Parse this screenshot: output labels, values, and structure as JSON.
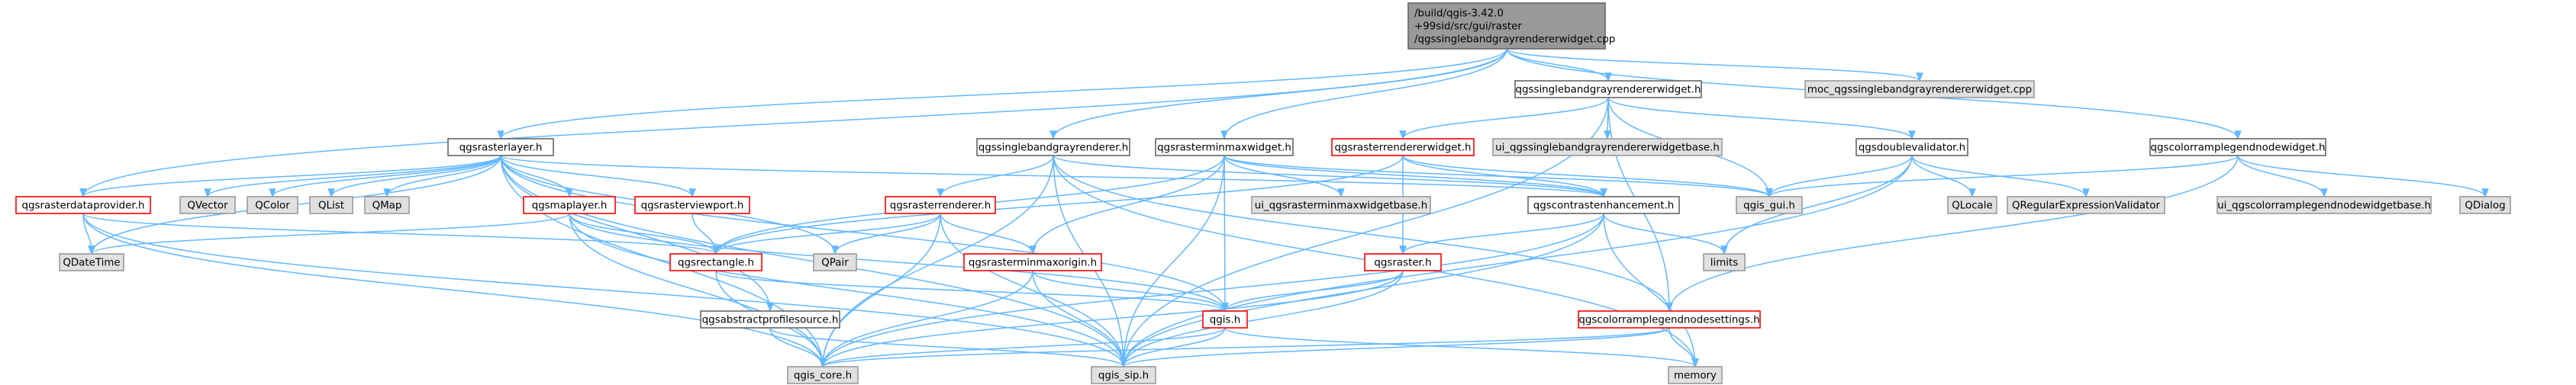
{
  "colors": {
    "edge": "#63b8ff",
    "root_fill": "#999999",
    "plain_fill": "#ffffff",
    "plain_stroke": "#666666",
    "red_stroke": "#ff0000",
    "external_fill": "#e0e0e0",
    "external_stroke": "#999999"
  },
  "nodes": [
    {
      "id": "root",
      "kind": "root",
      "lines": [
        "/build/qgis-3.42.0",
        "+99sid/src/gui/raster",
        "/qgssinglebandgrayrendererwidget.cpp"
      ]
    },
    {
      "id": "qgsrasterlayer_h",
      "kind": "plain",
      "lines": [
        "qgsrasterlayer.h"
      ]
    },
    {
      "id": "qgssinglebandgrayrenderer_h",
      "kind": "plain",
      "lines": [
        "qgssinglebandgrayrenderer.h"
      ]
    },
    {
      "id": "qgsrasterminmaxwidget_h",
      "kind": "plain",
      "lines": [
        "qgsrasterminmaxwidget.h"
      ]
    },
    {
      "id": "qgssinglebandgrayrendererwidget_h",
      "kind": "plain",
      "lines": [
        "qgssinglebandgrayrendererwidget.h"
      ]
    },
    {
      "id": "moc_cpp",
      "kind": "external",
      "lines": [
        "moc_qgssinglebandgrayrendererwidget.cpp"
      ]
    },
    {
      "id": "qgscolorramplegendnodewidget_h",
      "kind": "plain",
      "lines": [
        "qgscolorramplegendnodewidget.h"
      ]
    },
    {
      "id": "qgsrasterrendererwidget_h",
      "kind": "red",
      "lines": [
        "qgsrasterrendererwidget.h"
      ]
    },
    {
      "id": "ui_qgssinglebandgrayrendererwidgetbase_h",
      "kind": "external",
      "lines": [
        "ui_qgssinglebandgrayrendererwidgetbase.h"
      ]
    },
    {
      "id": "qgsdoublevalidator_h",
      "kind": "plain",
      "lines": [
        "qgsdoublevalidator.h"
      ]
    },
    {
      "id": "qgsrasterdataprovider_h",
      "kind": "red",
      "lines": [
        "qgsrasterdataprovider.h"
      ]
    },
    {
      "id": "QVector",
      "kind": "external",
      "lines": [
        "QVector"
      ]
    },
    {
      "id": "QColor",
      "kind": "external",
      "lines": [
        "QColor"
      ]
    },
    {
      "id": "QList",
      "kind": "external",
      "lines": [
        "QList"
      ]
    },
    {
      "id": "QMap",
      "kind": "external",
      "lines": [
        "QMap"
      ]
    },
    {
      "id": "qgsmaplayer_h",
      "kind": "red",
      "lines": [
        "qgsmaplayer.h"
      ]
    },
    {
      "id": "qgsrasterviewport_h",
      "kind": "red",
      "lines": [
        "qgsrasterviewport.h"
      ]
    },
    {
      "id": "qgsrasterrenderer_h",
      "kind": "red",
      "lines": [
        "qgsrasterrenderer.h"
      ]
    },
    {
      "id": "ui_qgsrasterminmaxwidgetbase_h",
      "kind": "external",
      "lines": [
        "ui_qgsrasterminmaxwidgetbase.h"
      ]
    },
    {
      "id": "qgscontrastenhancement_h",
      "kind": "plain",
      "lines": [
        "qgscontrastenhancement.h"
      ]
    },
    {
      "id": "qgis_gui_h",
      "kind": "external",
      "lines": [
        "qgis_gui.h"
      ]
    },
    {
      "id": "QLocale",
      "kind": "external",
      "lines": [
        "QLocale"
      ]
    },
    {
      "id": "QRegularExpressionValidator",
      "kind": "external",
      "lines": [
        "QRegularExpressionValidator"
      ]
    },
    {
      "id": "ui_qgscolorramplegendnodewidgetbase_h",
      "kind": "external",
      "lines": [
        "ui_qgscolorramplegendnodewidgetbase.h"
      ]
    },
    {
      "id": "QDialog",
      "kind": "external",
      "lines": [
        "QDialog"
      ]
    },
    {
      "id": "QDateTime",
      "kind": "external",
      "lines": [
        "QDateTime"
      ]
    },
    {
      "id": "qgsrectangle_h",
      "kind": "red",
      "lines": [
        "qgsrectangle.h"
      ]
    },
    {
      "id": "QPair",
      "kind": "external",
      "lines": [
        "QPair"
      ]
    },
    {
      "id": "qgsrasterminmaxorigin_h",
      "kind": "red",
      "lines": [
        "qgsrasterminmaxorigin.h"
      ]
    },
    {
      "id": "qgsraster_h",
      "kind": "red",
      "lines": [
        "qgsraster.h"
      ]
    },
    {
      "id": "limits",
      "kind": "external",
      "lines": [
        "limits"
      ]
    },
    {
      "id": "qgsabstractprofilesource_h",
      "kind": "plain",
      "lines": [
        "qgsabstractprofilesource.h"
      ]
    },
    {
      "id": "qgis_h",
      "kind": "red",
      "lines": [
        "qgis.h"
      ]
    },
    {
      "id": "qgscolorramplegendnodesettings_h",
      "kind": "red",
      "lines": [
        "qgscolorramplegendnodesettings.h"
      ]
    },
    {
      "id": "qgis_core_h",
      "kind": "external",
      "lines": [
        "qgis_core.h"
      ]
    },
    {
      "id": "qgis_sip_h",
      "kind": "external",
      "lines": [
        "qgis_sip.h"
      ]
    },
    {
      "id": "memory",
      "kind": "external",
      "lines": [
        "memory"
      ]
    }
  ],
  "edges": [
    [
      "root",
      "qgsrasterlayer_h"
    ],
    [
      "root",
      "qgssinglebandgrayrenderer_h"
    ],
    [
      "root",
      "qgsrasterminmaxwidget_h"
    ],
    [
      "root",
      "qgssinglebandgrayrendererwidget_h"
    ],
    [
      "root",
      "moc_cpp"
    ],
    [
      "root",
      "qgscolorramplegendnodewidget_h"
    ],
    [
      "root",
      "qgsrasterdataprovider_h"
    ],
    [
      "qgssinglebandgrayrendererwidget_h",
      "qgsrasterrendererwidget_h"
    ],
    [
      "qgssinglebandgrayrendererwidget_h",
      "ui_qgssinglebandgrayrendererwidgetbase_h"
    ],
    [
      "qgssinglebandgrayrendererwidget_h",
      "qgsdoublevalidator_h"
    ],
    [
      "qgssinglebandgrayrendererwidget_h",
      "qgis_gui_h"
    ],
    [
      "qgssinglebandgrayrendererwidget_h",
      "qgscolorramplegendnodesettings_h"
    ],
    [
      "qgssinglebandgrayrendererwidget_h",
      "qgis_sip_h"
    ],
    [
      "qgsrasterlayer_h",
      "qgsrasterdataprovider_h"
    ],
    [
      "qgsrasterlayer_h",
      "QVector"
    ],
    [
      "qgsrasterlayer_h",
      "QColor"
    ],
    [
      "qgsrasterlayer_h",
      "QList"
    ],
    [
      "qgsrasterlayer_h",
      "QMap"
    ],
    [
      "qgsrasterlayer_h",
      "qgsmaplayer_h"
    ],
    [
      "qgsrasterlayer_h",
      "qgsrasterviewport_h"
    ],
    [
      "qgsrasterlayer_h",
      "QPair"
    ],
    [
      "qgsrasterlayer_h",
      "qgis_h"
    ],
    [
      "qgsrasterlayer_h",
      "qgsabstractprofilesource_h"
    ],
    [
      "qgsrasterlayer_h",
      "QDateTime"
    ],
    [
      "qgsrasterlayer_h",
      "qgis_core_h"
    ],
    [
      "qgsrasterlayer_h",
      "qgis_sip_h"
    ],
    [
      "qgsrasterlayer_h",
      "qgscontrastenhancement_h"
    ],
    [
      "qgssinglebandgrayrenderer_h",
      "qgsrasterrenderer_h"
    ],
    [
      "qgssinglebandgrayrenderer_h",
      "qgscontrastenhancement_h"
    ],
    [
      "qgssinglebandgrayrenderer_h",
      "qgscolorramplegendnodesettings_h"
    ],
    [
      "qgssinglebandgrayrenderer_h",
      "qgis_core_h"
    ],
    [
      "qgssinglebandgrayrenderer_h",
      "qgis_sip_h"
    ],
    [
      "qgssinglebandgrayrenderer_h",
      "memory"
    ],
    [
      "qgsrasterminmaxwidget_h",
      "ui_qgsrasterminmaxwidgetbase_h"
    ],
    [
      "qgsrasterminmaxwidget_h",
      "qgsrectangle_h"
    ],
    [
      "qgsrasterminmaxwidget_h",
      "qgscontrastenhancement_h"
    ],
    [
      "qgsrasterminmaxwidget_h",
      "qgsrasterminmaxorigin_h"
    ],
    [
      "qgsrasterminmaxwidget_h",
      "qgis_gui_h"
    ],
    [
      "qgsrasterminmaxwidget_h",
      "qgis_h"
    ],
    [
      "qgsrasterminmaxwidget_h",
      "qgis_sip_h"
    ],
    [
      "qgsrasterrendererwidget_h",
      "qgsrectangle_h"
    ],
    [
      "qgsrasterrendererwidget_h",
      "qgis_gui_h"
    ],
    [
      "qgsrasterrendererwidget_h",
      "qgsraster_h"
    ],
    [
      "qgsrasterrendererwidget_h",
      "qgscontrastenhancement_h"
    ],
    [
      "qgsdoublevalidator_h",
      "qgis_gui_h"
    ],
    [
      "qgsdoublevalidator_h",
      "QLocale"
    ],
    [
      "qgsdoublevalidator_h",
      "QRegularExpressionValidator"
    ],
    [
      "qgsdoublevalidator_h",
      "limits"
    ],
    [
      "qgsdoublevalidator_h",
      "qgis_sip_h"
    ],
    [
      "qgscolorramplegendnodewidget_h",
      "qgis_gui_h"
    ],
    [
      "qgscolorramplegendnodewidget_h",
      "ui_qgscolorramplegendnodewidgetbase_h"
    ],
    [
      "qgscolorramplegendnodewidget_h",
      "QDialog"
    ],
    [
      "qgscolorramplegendnodewidget_h",
      "qgscolorramplegendnodesettings_h"
    ],
    [
      "qgsrasterdataprovider_h",
      "QDateTime"
    ],
    [
      "qgsrasterdataprovider_h",
      "qgsrectangle_h"
    ],
    [
      "qgsrasterdataprovider_h",
      "qgis_core_h"
    ],
    [
      "qgsrasterdataprovider_h",
      "qgis_sip_h"
    ],
    [
      "qgsmaplayer_h",
      "QDateTime"
    ],
    [
      "qgsmaplayer_h",
      "qgsrectangle_h"
    ],
    [
      "qgsmaplayer_h",
      "qgis_h"
    ],
    [
      "qgsmaplayer_h",
      "qgis_core_h"
    ],
    [
      "qgsmaplayer_h",
      "qgis_sip_h"
    ],
    [
      "qgsrasterviewport_h",
      "qgsrectangle_h"
    ],
    [
      "qgsrasterrenderer_h",
      "QPair"
    ],
    [
      "qgsrasterrenderer_h",
      "qgsrasterminmaxorigin_h"
    ],
    [
      "qgsrasterrenderer_h",
      "qgis_core_h"
    ],
    [
      "qgsrasterrenderer_h",
      "qgis_sip_h"
    ],
    [
      "qgsrasterrenderer_h",
      "qgsrectangle_h"
    ],
    [
      "qgscontrastenhancement_h",
      "qgsraster_h"
    ],
    [
      "qgscontrastenhancement_h",
      "limits"
    ],
    [
      "qgscontrastenhancement_h",
      "memory"
    ],
    [
      "qgscontrastenhancement_h",
      "qgis_core_h"
    ],
    [
      "qgscontrastenhancement_h",
      "qgis_sip_h"
    ],
    [
      "qgsrectangle_h",
      "qgis_core_h"
    ],
    [
      "qgsrectangle_h",
      "qgis_h"
    ],
    [
      "qgsrasterminmaxorigin_h",
      "qgis_h"
    ],
    [
      "qgsrasterminmaxorigin_h",
      "qgis_core_h"
    ],
    [
      "qgsrasterminmaxorigin_h",
      "qgis_sip_h"
    ],
    [
      "qgsraster_h",
      "qgis_h"
    ],
    [
      "qgsraster_h",
      "qgis_core_h"
    ],
    [
      "qgsraster_h",
      "qgis_sip_h"
    ],
    [
      "qgsabstractprofilesource_h",
      "qgis_core_h"
    ],
    [
      "qgsabstractprofilesource_h",
      "qgis_sip_h"
    ],
    [
      "qgis_h",
      "qgis_core_h"
    ],
    [
      "qgis_h",
      "qgis_sip_h"
    ],
    [
      "qgis_h",
      "memory"
    ],
    [
      "qgscolorramplegendnodesettings_h",
      "qgis_core_h"
    ],
    [
      "qgscolorramplegendnodesettings_h",
      "qgis_sip_h"
    ],
    [
      "qgscolorramplegendnodesettings_h",
      "memory"
    ]
  ]
}
